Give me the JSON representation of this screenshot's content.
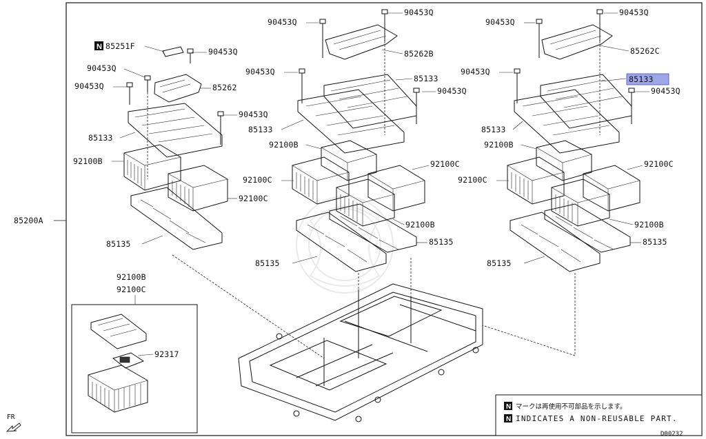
{
  "diagram": {
    "page_code": "D00232",
    "front_indicator": "FR",
    "assembly": "85200A",
    "group_left": {
      "bracket_new": "85251F",
      "bracket": "85262",
      "module_plate": "85133",
      "module_b": "92100B",
      "module_c": "92100C",
      "tray": "85135",
      "bolts": [
        "90453Q",
        "90453Q",
        "90453Q",
        "90453Q"
      ]
    },
    "group_center": {
      "bracket": "85262B",
      "module_plate_top": "85133",
      "module_plate_bottom": "85133",
      "module_b_top": "92100B",
      "module_c_right": "92100C",
      "module_c_left": "92100C",
      "module_b_bottom": "92100B",
      "tray_right": "85135",
      "tray_left": "85135",
      "bolts": [
        "90453Q",
        "90453Q",
        "90453Q",
        "90453Q"
      ]
    },
    "group_right": {
      "bracket": "85262C",
      "module_plate_top": "85133",
      "module_plate_bottom": "85133",
      "module_b_top": "92100B",
      "module_c_right": "92100C",
      "module_c_left": "92100C",
      "module_b_bottom": "92100B",
      "tray_right": "85135",
      "tray_left": "85135",
      "bolts": [
        "90453Q",
        "90453Q",
        "90453Q",
        "90453Q"
      ]
    },
    "inset": {
      "title_line1": "92100B",
      "title_line2": "92100C",
      "part": "92317"
    },
    "legend": {
      "badge": "N",
      "line_jp": "マークは再使用不可部品を示します。",
      "line_en": "INDICATES A NON-REUSABLE PART."
    },
    "highlight_color": "#9ea6e8"
  }
}
